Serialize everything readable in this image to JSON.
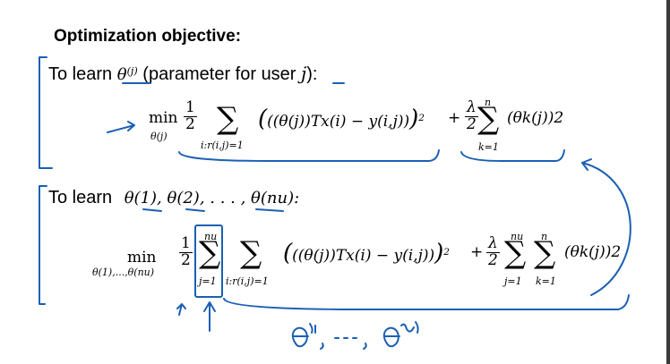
{
  "title": "Optimization objective:",
  "section1": {
    "label_prefix": "To learn",
    "theta_j": "θ",
    "theta_j_sup": "(j)",
    "label_suffix": "(parameter for user",
    "user_var": "j",
    "label_close": "):",
    "min_word": "min",
    "min_sub": "θ(j)",
    "half_num": "1",
    "half_den": "2",
    "sum_sub": "i:r(i,j)=1",
    "term": "((θ(j))Tx(i) − y(i,j))",
    "term_sq": "2",
    "plus": "+",
    "lambda_num": "λ",
    "lambda_den": "2",
    "reg_sum_top": "n",
    "reg_sum_bottom": "k=1",
    "reg_term": "(θk(j))2"
  },
  "section2": {
    "label_prefix": "To learn",
    "thetas": "θ(1), θ(2), . . . , θ(nu):",
    "min_word": "min",
    "min_sub": "θ(1),...,θ(nu)",
    "half_num": "1",
    "half_den": "2",
    "outer_sum_top": "nu",
    "outer_sum_bottom": "j=1",
    "inner_sum_bottom": "i:r(i,j)=1",
    "term": "((θ(j))Tx(i) − y(i,j))",
    "term_sq": "2",
    "plus": "+",
    "lambda_num": "λ",
    "lambda_den": "2",
    "reg_sum1_top": "nu",
    "reg_sum1_bottom": "j=1",
    "reg_sum2_top": "n",
    "reg_sum2_bottom": "k=1",
    "reg_term": "(θk(j))2"
  },
  "handwriting": {
    "note": "θ(1), ..., θ(nu)"
  },
  "colors": {
    "ink": "#1a5fb4",
    "text": "#000000"
  }
}
